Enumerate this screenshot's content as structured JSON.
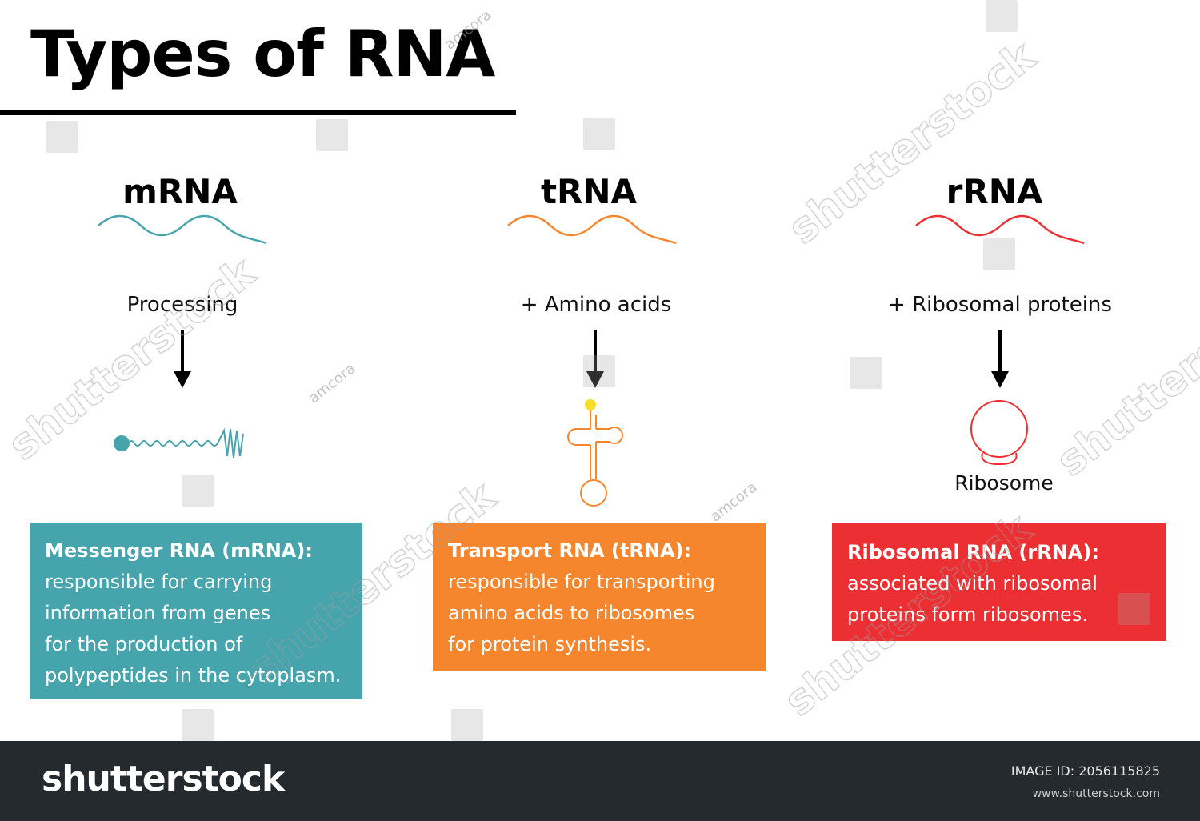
{
  "title": "Types of RNA",
  "colors": {
    "mrna": "#46a4ac",
    "trna": "#f5862e",
    "rrna": "#ec2f32",
    "footer": "#252a2f"
  },
  "columns": [
    {
      "name": "mRNA",
      "step": "Processing",
      "icon": "processed-mrna-strand-icon",
      "box_title": "Messenger RNA (mRNA):",
      "box_lines": [
        "responsible for carrying",
        "information from genes",
        "for the production of",
        "polypeptides in the cytoplasm."
      ]
    },
    {
      "name": "tRNA",
      "step": "+ Amino acids",
      "icon": "cloverleaf-trna-icon",
      "box_title": "Transport RNA (tRNA):",
      "box_lines": [
        "responsible for transporting",
        "amino acids to ribosomes",
        "for protein synthesis."
      ]
    },
    {
      "name": "rRNA",
      "step": "+ Ribosomal proteins",
      "icon": "ribosome-icon",
      "result_label": "Ribosome",
      "box_title": "Ribosomal RNA (rRNA):",
      "box_lines": [
        "associated with ribosomal",
        "proteins form ribosomes."
      ]
    }
  ],
  "watermark": {
    "brand": "shutterstock",
    "author": "amcora"
  },
  "footer": {
    "logo": "shutterstock",
    "image_id": "IMAGE ID: 2056115825",
    "url": "www.shutterstock.com"
  }
}
